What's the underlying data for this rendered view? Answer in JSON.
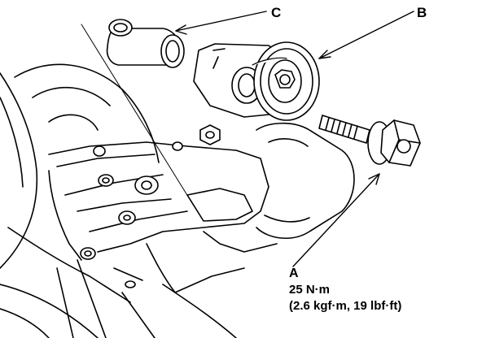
{
  "callouts": {
    "a": "A",
    "b": "B",
    "c": "C"
  },
  "torque": {
    "metric": "25 N·m",
    "alt": "(2.6 kgf·m, 19 lbf·ft)"
  },
  "colors": {
    "ink": "#000000",
    "paper": "#ffffff"
  }
}
